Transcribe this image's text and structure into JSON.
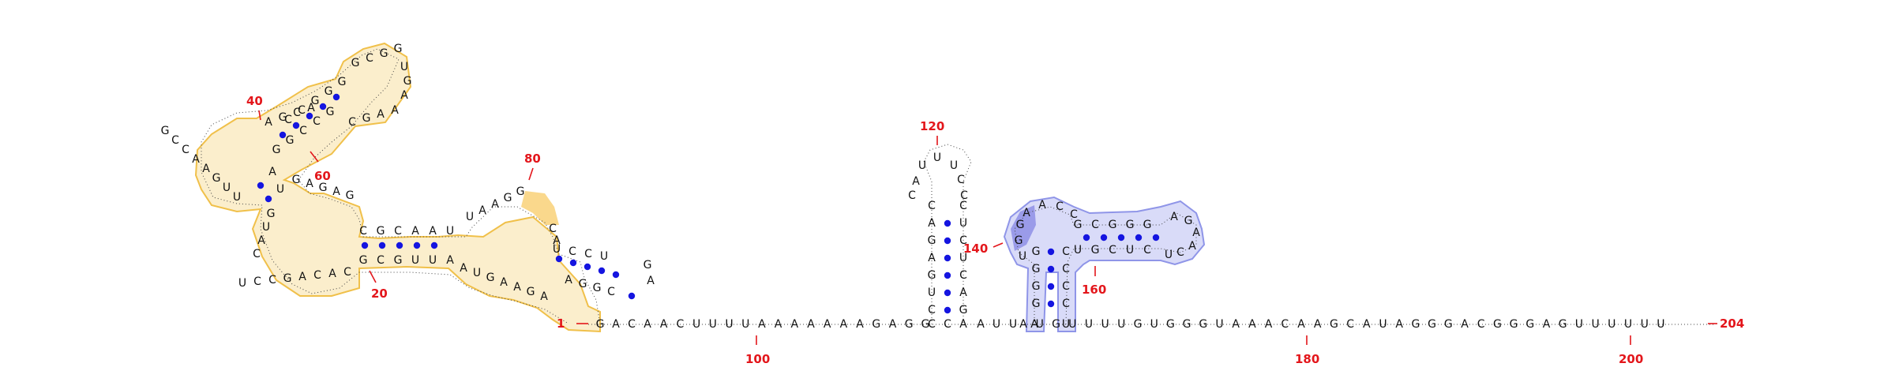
{
  "sequence_labels": {
    "start_index": "1",
    "end_index": "204",
    "tick_20": "20",
    "tick_40": "40",
    "tick_60": "60",
    "tick_80": "80",
    "tick_100": "100",
    "tick_120": "120",
    "tick_140": "140",
    "tick_160": "160",
    "tick_180": "180",
    "tick_200": "200"
  },
  "tail_sequence": "AACUUUUAAAAAAAGAGGCAAUUAUGUUUUGUGGGUAAACAAGCAUAGGGACGGGAGUUUUUU",
  "colors": {
    "yellow_region": "#f5d27a",
    "yellow_hotspot": "#f5b82e",
    "blue_region": "#b9bdf2",
    "blue_hotspot": "#6f6fe0",
    "base_pair": "#1515e0",
    "position_label": "#e3161b"
  }
}
